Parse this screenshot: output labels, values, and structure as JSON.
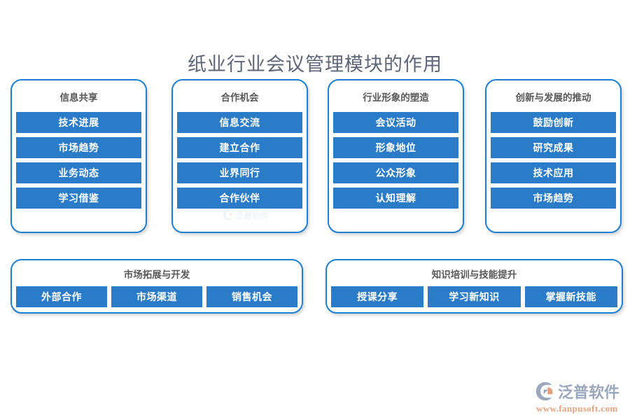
{
  "title": "纸业行业会议管理模块的作用",
  "colors": {
    "accent_blue": "#2b7cc8",
    "border_blue": "#1b7fd4",
    "title_gray": "#5d6678",
    "header_gray": "#585858",
    "logo_blue_gray": "#9aa7bd",
    "logo_orange": "#e8a07c"
  },
  "columns": [
    {
      "header": "信息共享",
      "items": [
        "技术进展",
        "市场趋势",
        "业务动态",
        "学习借鉴"
      ]
    },
    {
      "header": "合作机会",
      "items": [
        "信息交流",
        "建立合作",
        "业界同行",
        "合作伙伴"
      ]
    },
    {
      "header": "行业形象的塑造",
      "items": [
        "会议活动",
        "形象地位",
        "公众形象",
        "认知理解"
      ]
    },
    {
      "header": "创新与发展的推动",
      "items": [
        "鼓励创新",
        "研究成果",
        "技术应用",
        "市场趋势"
      ]
    }
  ],
  "bottom_panels": [
    {
      "header": "市场拓展与开发",
      "items": [
        "外部合作",
        "市场渠道",
        "销售机会"
      ]
    },
    {
      "header": "知识培训与技能提升",
      "items": [
        "授课分享",
        "学习新知识",
        "掌握新技能"
      ]
    }
  ],
  "logo": {
    "name": "泛普软件",
    "url": "www.fanpusoft.com",
    "mark": "fanpu-logo-icon"
  },
  "watermark": {
    "name": "泛普软件"
  }
}
